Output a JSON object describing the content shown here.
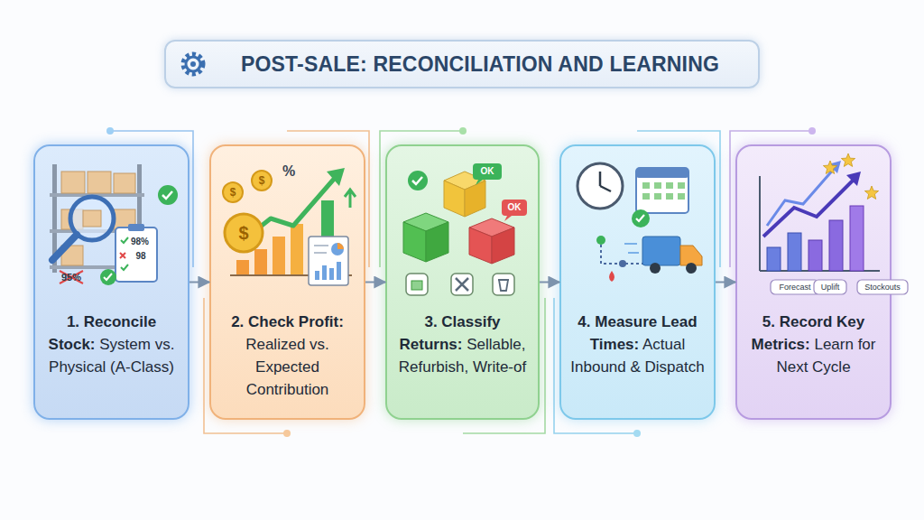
{
  "diagram": {
    "title": "POST-SALE: RECONCILIATION AND LEARNING",
    "nodes": [
      {
        "text": [
          "1. Reconcile Stock:",
          "System vs. Physical (A-Class)"
        ]
      },
      {
        "text": [
          "2. Check Profit:",
          "Realized vs. Expected Contribution"
        ]
      },
      {
        "text": [
          "3. Classify Returns:",
          "Sellable, Refurbish, Write-of"
        ]
      },
      {
        "text": [
          "4. Measure Lead Times:",
          "Actual Inbound & Dispatch"
        ]
      },
      {
        "text": [
          "5. Record Key Metrics:",
          "Learn for Next Cycle"
        ]
      }
    ],
    "edges": [
      {
        "from": 0,
        "to": 1,
        "arrow": "to"
      },
      {
        "from": 1,
        "to": 2,
        "arrow": "to"
      },
      {
        "from": 2,
        "to": 3,
        "arrow": "to"
      },
      {
        "from": 3,
        "to": 4,
        "arrow": "to"
      }
    ],
    "labels": [
      "98%",
      "98",
      "95%",
      "%",
      "$",
      "$",
      "$",
      "OK",
      "OK",
      "Forecast",
      "Uplift",
      "Stockouts"
    ]
  }
}
